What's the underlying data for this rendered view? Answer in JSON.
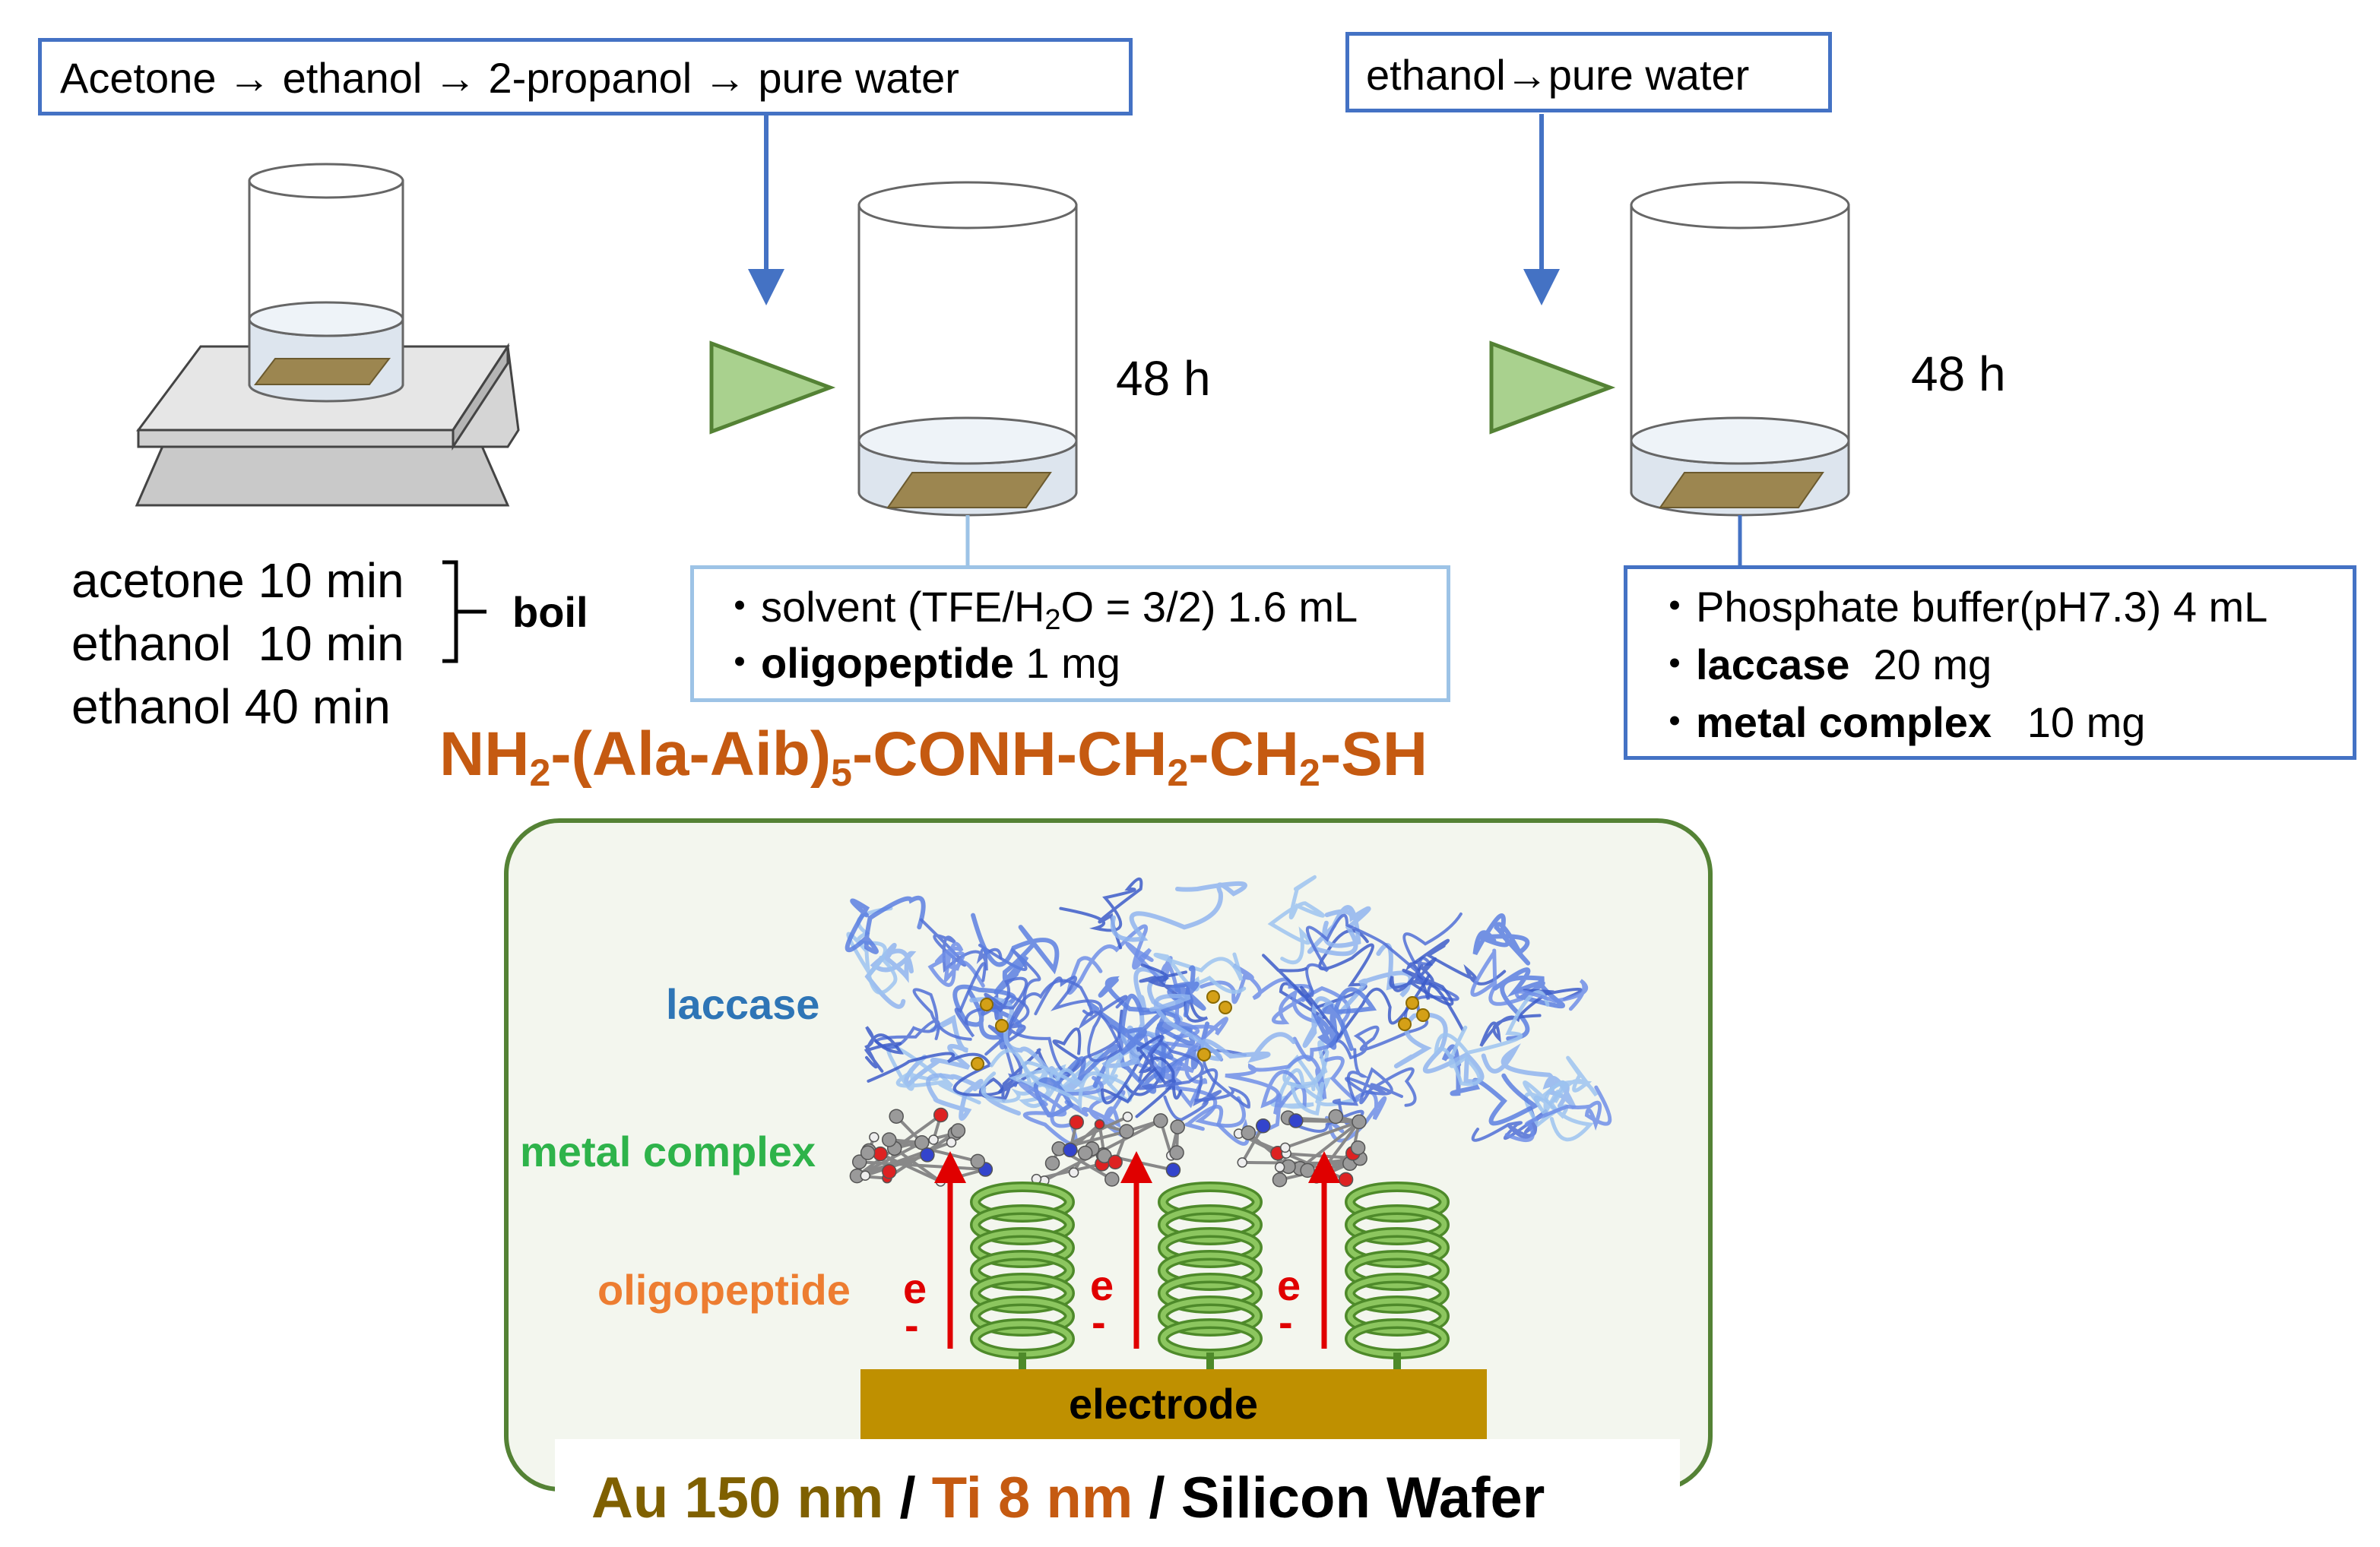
{
  "top_left_box": {
    "text": "Acetone → ethanol → 2-propanol → pure water"
  },
  "top_right_box": {
    "text": "ethanol→pure water"
  },
  "durations": {
    "step2": "48 h",
    "step3": "48 h"
  },
  "cleaning": {
    "line1_solvent": "acetone",
    "line1_time": "10 min",
    "line2_solvent": "ethanol",
    "line2_time": "10 min",
    "line3_solvent": "ethanol",
    "line3_time": "40 min",
    "boil_label": "boil"
  },
  "solution_box": {
    "bullet": "・",
    "line1_pre": "solvent (TFE/H",
    "line1_sub": "2",
    "line1_post": "O = 3/2) 1.6 mL",
    "line2_bold": "oligopeptide",
    "line2_rest": " 1 mg"
  },
  "buffer_box": {
    "bullet": "・",
    "line1": "Phosphate buffer(pH7.3) 4 mL",
    "line2_bold": "laccase",
    "line2_rest": "  20 mg",
    "line3_bold": "metal complex",
    "line3_rest": "   10 mg"
  },
  "formula": {
    "p1": "NH",
    "s1": "2",
    "p2": "-(Ala-Aib)",
    "s2": "5",
    "p3": "-CONH-CH",
    "s3": "2",
    "p4": "-CH",
    "s4": "2",
    "p5": "-SH"
  },
  "structure": {
    "laccase_label": "laccase",
    "metal_complex_label": "metal complex",
    "oligopeptide_label": "oligopeptide",
    "electron_symbol": "e",
    "electron_charge": "-",
    "electrode_label": "electrode"
  },
  "substrate": {
    "au": "Au 150 nm",
    "sep1": " / ",
    "ti": "Ti 8 nm",
    "sep2": " / ",
    "si": "Silicon Wafer"
  },
  "colors": {
    "box_blue": "#4472c4",
    "box_light_blue": "#9dc3e6",
    "formula": "#c55a11",
    "laccase": "#2e75b6",
    "metal_complex": "#2eb34a",
    "oligopeptide": "#ed7d31",
    "electron": "#e00000",
    "electrode": "#bf9000",
    "au_text": "#7f6000",
    "ti_text": "#c55a11",
    "panel_border": "#548235",
    "panel_fill": "#f3f6ee",
    "helix": "#70ad47",
    "arrow_green": "#a9d18e"
  }
}
